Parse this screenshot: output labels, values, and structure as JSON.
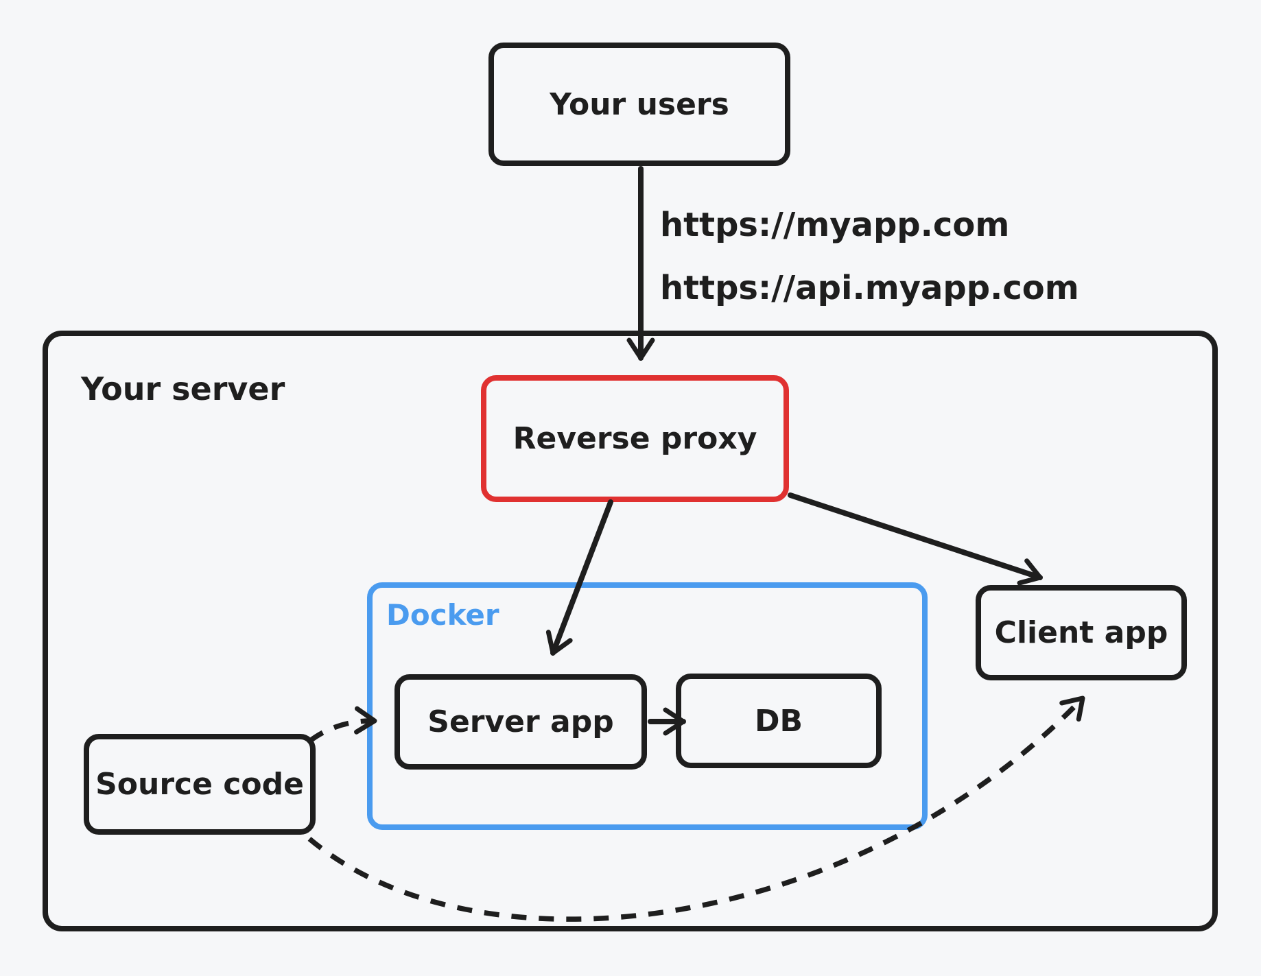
{
  "palette": {
    "bg": "#f6f7f9",
    "ink": "#1e1e1e",
    "red": "#e03131",
    "blue": "#4a9bef"
  },
  "nodes": {
    "your_users": "Your users",
    "your_server": "Your server",
    "reverse_proxy": "Reverse proxy",
    "docker": "Docker",
    "server_app": "Server app",
    "db": "DB",
    "client_app": "Client app",
    "source_code": "Source code"
  },
  "arrow_labels": {
    "users_to_server": [
      "https://myapp.com",
      "https://api.myapp.com"
    ]
  }
}
